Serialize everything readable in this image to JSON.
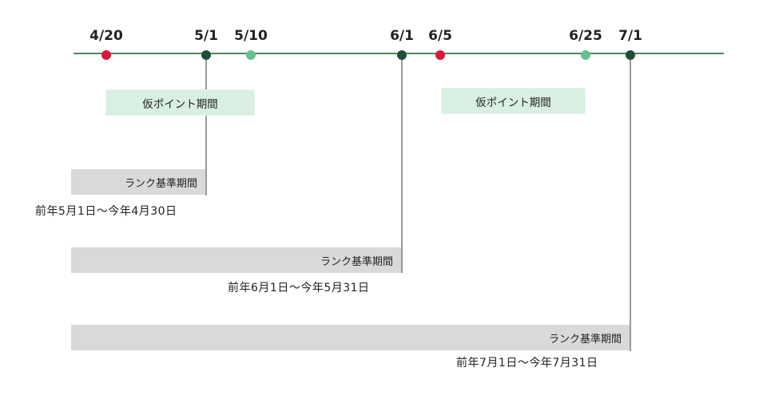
{
  "colors": {
    "timeline": "#4a8a62",
    "dot_red": "#d9193c",
    "dot_dark": "#1f4f34",
    "dot_light": "#66c08d",
    "provisional_fill": "#d8efe2",
    "rank_fill": "#d9d9d9",
    "connector": "#9a9a9a"
  },
  "timeline": {
    "dates": [
      {
        "label": "4/20",
        "kind": "red"
      },
      {
        "label": "5/1",
        "kind": "dark"
      },
      {
        "label": "5/10",
        "kind": "light"
      },
      {
        "label": "6/1",
        "kind": "dark"
      },
      {
        "label": "6/5",
        "kind": "red"
      },
      {
        "label": "6/25",
        "kind": "light"
      },
      {
        "label": "7/1",
        "kind": "dark"
      }
    ]
  },
  "provisional_periods": [
    {
      "label": "仮ポイント期間"
    },
    {
      "label": "仮ポイント期間"
    }
  ],
  "rank_periods": [
    {
      "label": "ランク基準期間",
      "range": "前年5月1日～今年4月30日"
    },
    {
      "label": "ランク基準期間",
      "range": "前年6月1日～今年5月31日"
    },
    {
      "label": "ランク基準期間",
      "range": "前年7月1日～今年7月31日"
    }
  ]
}
